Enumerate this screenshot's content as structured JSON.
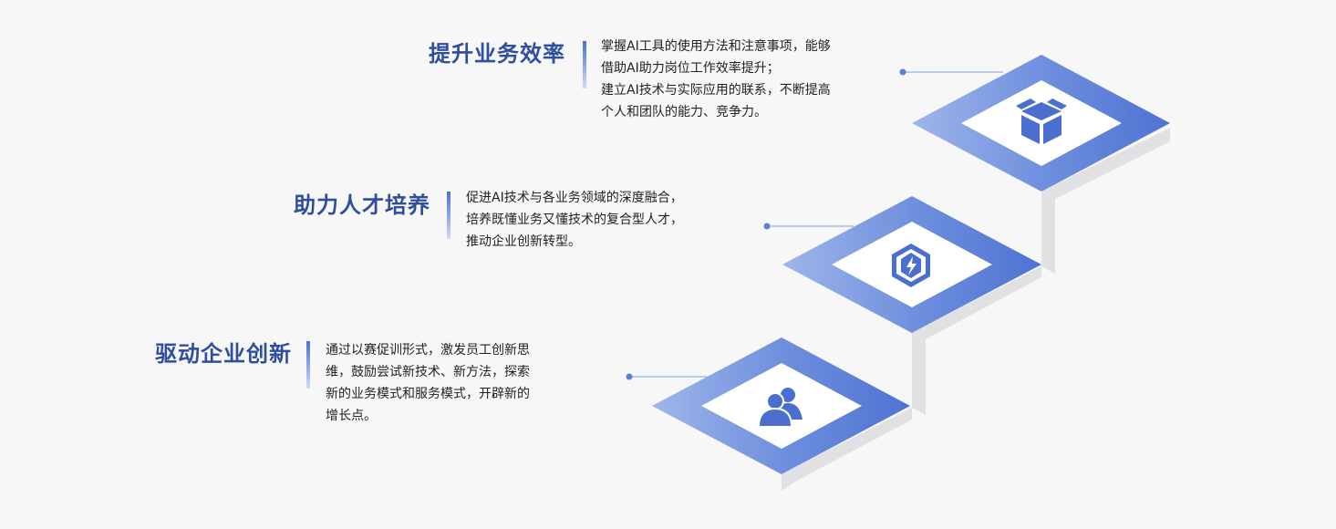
{
  "colors": {
    "accent": "#5a7fd6",
    "accent_light": "#93aee6",
    "title": "#2f4f9e",
    "connector": "#7f9bdb",
    "shadow": "#e1e1e3"
  },
  "steps": [
    {
      "title": "提升业务效率",
      "icon": "box-icon",
      "lines": [
        "掌握AI工具的使用方法和注意事项，能够",
        "借助AI助力岗位工作效率提升；",
        "建立AI技术与实际应用的联系，不断提高",
        "个人和团队的能力、竞争力。"
      ]
    },
    {
      "title": "助力人才培养",
      "icon": "lightning-badge-icon",
      "lines": [
        "促进AI技术与各业务领域的深度融合，",
        "培养既懂业务又懂技术的复合型人才，",
        "推动企业创新转型。"
      ]
    },
    {
      "title": "驱动企业创新",
      "icon": "users-icon",
      "lines": [
        "通过以赛促训形式，激发员工创新思",
        "维，鼓励尝试新技术、新方法，探索",
        "新的业务模式和服务模式，开辟新的",
        "增长点。"
      ]
    }
  ]
}
